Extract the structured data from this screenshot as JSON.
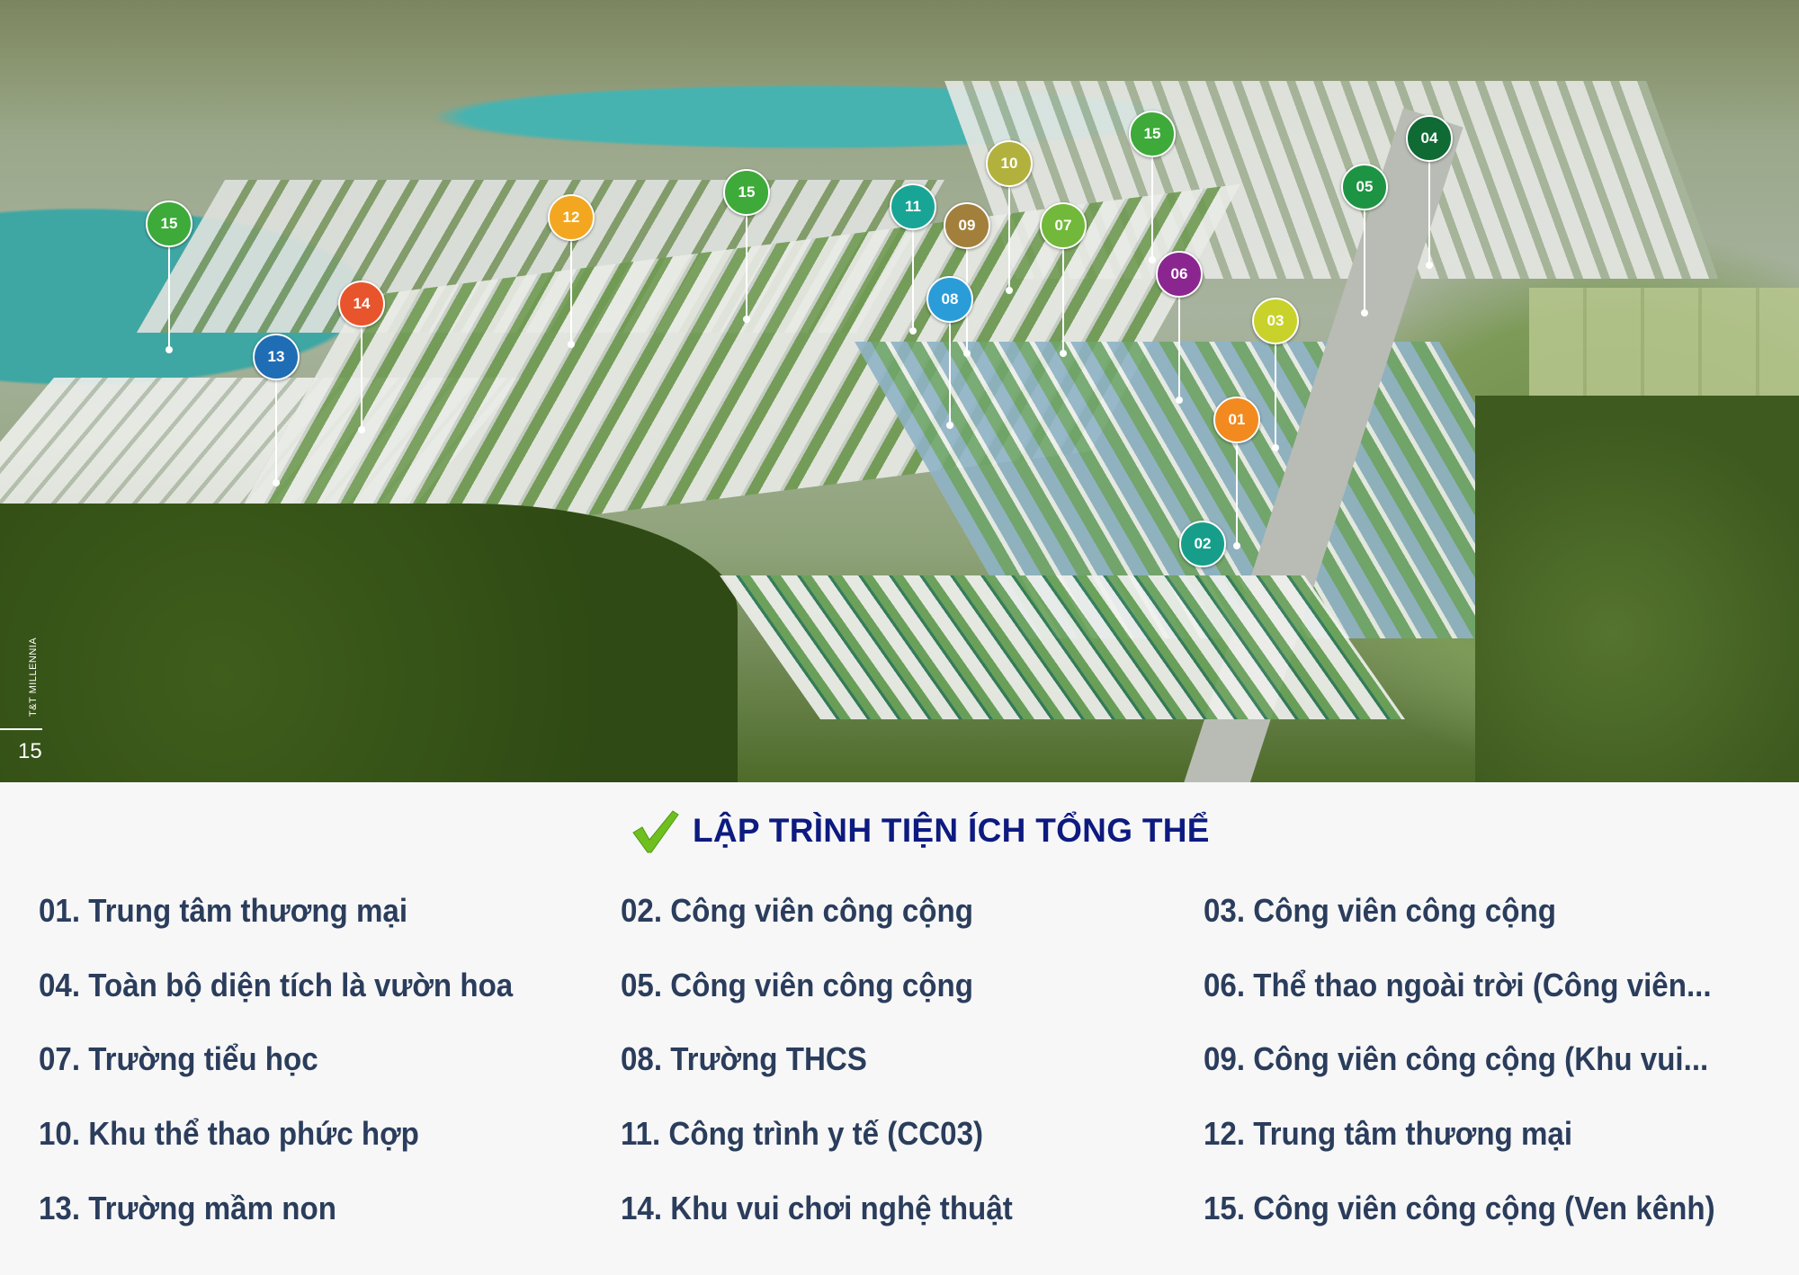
{
  "image": {
    "brand": "T&T MILLENNIA",
    "page_number": "15",
    "markers": [
      {
        "label": "15",
        "color": "#3daa3a"
      },
      {
        "label": "12",
        "color": "#f3a720"
      },
      {
        "label": "15",
        "color": "#3daa3a"
      },
      {
        "label": "11",
        "color": "#18a596"
      },
      {
        "label": "10",
        "color": "#b2b13d"
      },
      {
        "label": "09",
        "color": "#a37f3c"
      },
      {
        "label": "07",
        "color": "#72b83a"
      },
      {
        "label": "15",
        "color": "#3daa3a"
      },
      {
        "label": "04",
        "color": "#0f6a34"
      },
      {
        "label": "05",
        "color": "#1d9443"
      },
      {
        "label": "06",
        "color": "#8b2690"
      },
      {
        "label": "03",
        "color": "#c8d22a"
      },
      {
        "label": "08",
        "color": "#2a9dd9"
      },
      {
        "label": "14",
        "color": "#e8552c"
      },
      {
        "label": "13",
        "color": "#1f6db4"
      },
      {
        "label": "01",
        "color": "#f28a1f"
      },
      {
        "label": "02",
        "color": "#179e8b"
      }
    ]
  },
  "legend": {
    "title": "LẬP TRÌNH TIỆN ÍCH TỔNG THỂ",
    "accent": "#0d1a80",
    "items": [
      "01. Trung tâm thương mại",
      "02. Công viên công cộng",
      "03. Công viên công cộng",
      "04. Toàn bộ diện tích là vườn hoa",
      "05. Công viên công cộng",
      "06. Thể thao ngoài trời (Công viên...",
      "07. Trường tiểu học",
      "08. Trường THCS",
      "09. Công viên công cộng (Khu vui...",
      "10. Khu thể thao phức hợp",
      "11. Công trình y tế (CC03)",
      "12. Trung tâm thương mại",
      "13. Trường mầm non",
      "14. Khu vui chơi nghệ thuật",
      "15. Công viên công cộng (Ven kênh)"
    ]
  }
}
